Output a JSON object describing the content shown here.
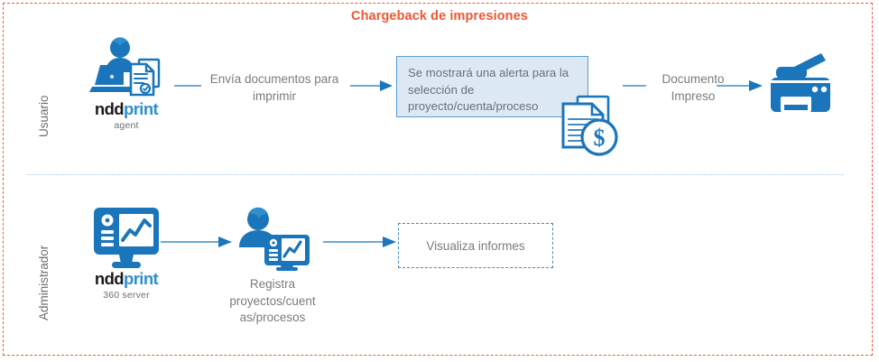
{
  "title": "Chargeback de impresiones",
  "colors": {
    "title": "#ef5733",
    "outer_border": "#f4573b",
    "icon_blue": "#1b75bb",
    "icon_blue_light": "#2f8ecb",
    "connector_blue": "#3f8cc9",
    "alert_fill": "#dce9f5",
    "alert_border": "#5a9bd0",
    "text_gray": "#7b7c7e",
    "lane_divider": "#a9c9e8"
  },
  "lanes": [
    {
      "id": "usuario",
      "label": "Usuario"
    },
    {
      "id": "administrador",
      "label": "Administrador"
    }
  ],
  "usuario_lane": {
    "agent_node": {
      "icon": "person-at-laptop-with-documents-icon",
      "logo_primary": "ndd",
      "logo_secondary": "print",
      "logo_sub": "agent"
    },
    "edge_send": "Envía documentos para imprimir",
    "alert_box": "Se mostrará una alerta para la selección de proyecto/cuenta/proceso",
    "money_docs_icon": "documents-with-dollar-coin-icon",
    "edge_printed": "Documento Impreso",
    "printer_node": {
      "icon": "multifunction-printer-icon"
    }
  },
  "administrador_lane": {
    "server_node": {
      "icon": "monitor-dashboard-icon",
      "logo_primary": "ndd",
      "logo_secondary": "print",
      "logo_sub": "360 server"
    },
    "admin_node": {
      "icon": "person-with-monitor-dashboard-icon",
      "caption": "Registra proyectos/cuent as/procesos"
    },
    "reports_box": "Visualiza informes"
  }
}
